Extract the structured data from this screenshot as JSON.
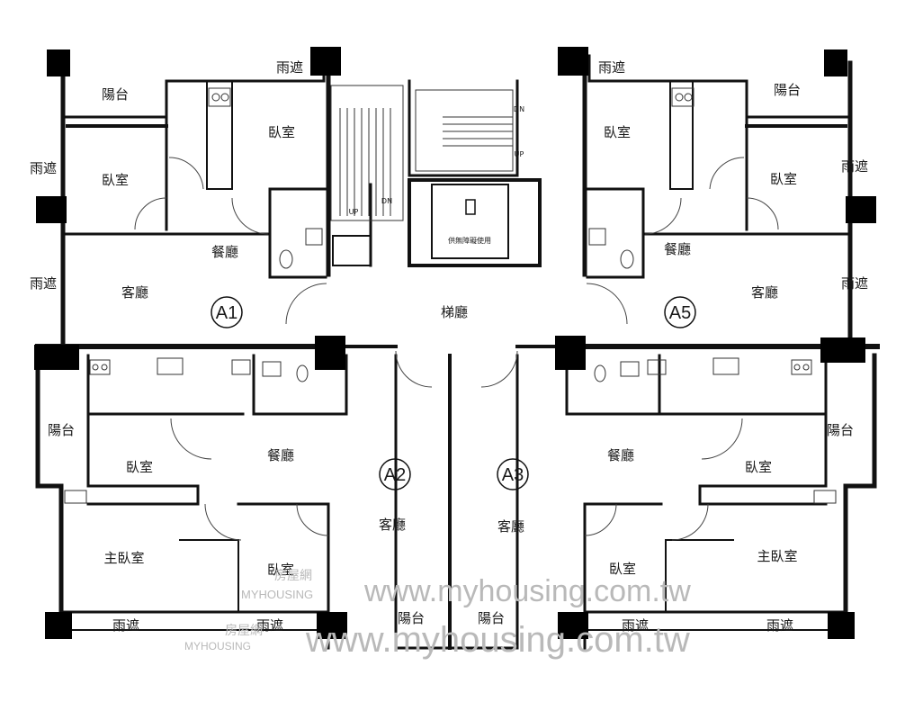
{
  "floorplan": {
    "labels": {
      "a1_balcony": "陽台",
      "a1_canopy_top": "雨遮",
      "a1_canopy_left_1": "雨遮",
      "a1_canopy_left_2": "雨遮",
      "a1_bedroom_1": "臥室",
      "a1_bedroom_2": "臥室",
      "a1_dining": "餐廳",
      "a1_living": "客廳",
      "a1_unit": "A1",
      "a5_canopy_top": "雨遮",
      "a5_balcony": "陽台",
      "a5_canopy_right_1": "雨遮",
      "a5_canopy_right_2": "雨遮",
      "a5_bedroom_1": "臥室",
      "a5_bedroom_2": "臥室",
      "a5_dining": "餐廳",
      "a5_living": "客廳",
      "a5_unit": "A5",
      "lobby": "梯廳",
      "accessible_elevator": "供無障礙使用",
      "stair_up_1": "UP",
      "stair_dn_1": "DN",
      "stair_dn_2": "DN",
      "stair_up_2": "UP",
      "a2_balcony": "陽台",
      "a2_bedroom": "臥室",
      "a2_dining": "餐廳",
      "a2_unit": "A2",
      "a2_living": "客廳",
      "a2_master": "主臥室",
      "a2_bedroom_2": "臥室",
      "a2_canopy_1": "雨遮",
      "a2_canopy_2": "雨遮",
      "a2_balcony_2": "陽台",
      "a3_balcony": "陽台",
      "a3_bedroom": "臥室",
      "a3_dining": "餐廳",
      "a3_unit": "A3",
      "a3_living": "客廳",
      "a3_master": "主臥室",
      "a3_bedroom_2": "臥室",
      "a3_canopy_1": "雨遮",
      "a3_canopy_2": "雨遮",
      "a3_balcony_2": "陽台"
    },
    "watermark": {
      "url_1": "www.myhousing.com.tw",
      "url_2": "www.myhousing.com.tw",
      "brand_cn_1": "房屋網",
      "brand_cn_2": "房屋網",
      "brand_en_1": "MYHOUSING",
      "brand_en_2": "MYHOUSING"
    }
  }
}
